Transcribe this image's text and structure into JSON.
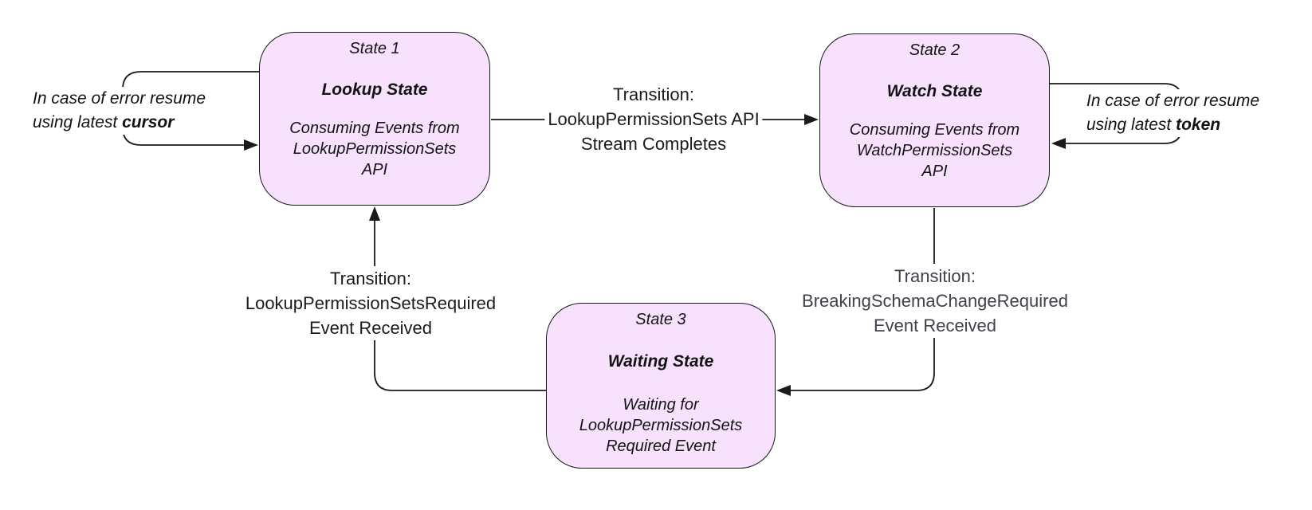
{
  "diagram": {
    "states": [
      {
        "title": "State 1",
        "name": "Lookup State",
        "body": [
          "Consuming Events from",
          "LookupPermissionSets",
          "API"
        ]
      },
      {
        "title": "State 2",
        "name": "Watch State",
        "body": [
          "Consuming Events from",
          "WatchPermissionSets",
          "API"
        ]
      },
      {
        "title": "State 3",
        "name": "Waiting State",
        "body": [
          "Waiting for",
          "LookupPermissionSets",
          "Required Event"
        ]
      }
    ],
    "transitions": [
      {
        "from": "State 1",
        "to": "State 2",
        "lines": [
          "Transition:",
          "LookupPermissionSets API",
          "Stream Completes"
        ]
      },
      {
        "from": "State 3",
        "to": "State 1",
        "lines": [
          "Transition:",
          "LookupPermissionSetsRequired",
          "Event Received"
        ]
      },
      {
        "from": "State 2",
        "to": "State 3",
        "lines": [
          "Transition:",
          "BreakingSchemaChangeRequired",
          "Event Received"
        ]
      }
    ],
    "notes": [
      {
        "side": "left",
        "line1": "In case of error resume",
        "line2_prefix": "using latest ",
        "keyword": "cursor"
      },
      {
        "side": "right",
        "line1": "In case of error resume",
        "line2_prefix": "using latest ",
        "keyword": "token"
      }
    ],
    "colors": {
      "state_fill": "#f8e1fc",
      "state_border": "#18181b",
      "connector": "#1a1a1a",
      "text": "#1b1b1f",
      "muted_text": "#3f414b",
      "background": "#ffffff"
    }
  }
}
